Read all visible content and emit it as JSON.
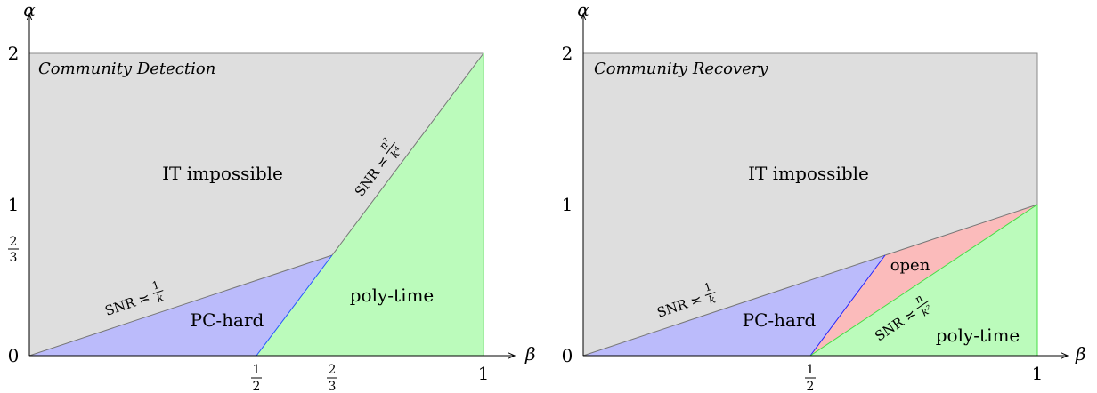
{
  "panels": [
    {
      "title": "Community Detection",
      "x_axis_label": "β",
      "y_axis_label": "α",
      "x_ticks": [
        "1/2",
        "2/3",
        "1"
      ],
      "y_ticks": [
        "0",
        "2/3",
        "1",
        "2"
      ],
      "regions": {
        "it_impossible": "IT impossible",
        "pc_hard": "PC-hard",
        "poly_time": "poly-time"
      },
      "boundary_labels": {
        "lower": "SNR ≍ 1/k",
        "upper": "SNR ≍ n²/k⁴"
      },
      "colors": {
        "gray": "#dedede",
        "blue": "#bbbbfb",
        "green": "#bbfbbb",
        "red": "#fbbbbb"
      }
    },
    {
      "title": "Community Recovery",
      "x_axis_label": "β",
      "y_axis_label": "α",
      "x_ticks": [
        "1/2",
        "1"
      ],
      "y_ticks": [
        "0",
        "1",
        "2"
      ],
      "regions": {
        "it_impossible": "IT impossible",
        "pc_hard": "PC-hard",
        "poly_time": "poly-time",
        "open": "open"
      },
      "boundary_labels": {
        "lower": "SNR ≍ 1/k",
        "middle": "SNR ≍ n/k²"
      },
      "colors": {
        "gray": "#dedede",
        "blue": "#bbbbfb",
        "green": "#bbfbbb",
        "red": "#fbbbbb"
      }
    }
  ]
}
